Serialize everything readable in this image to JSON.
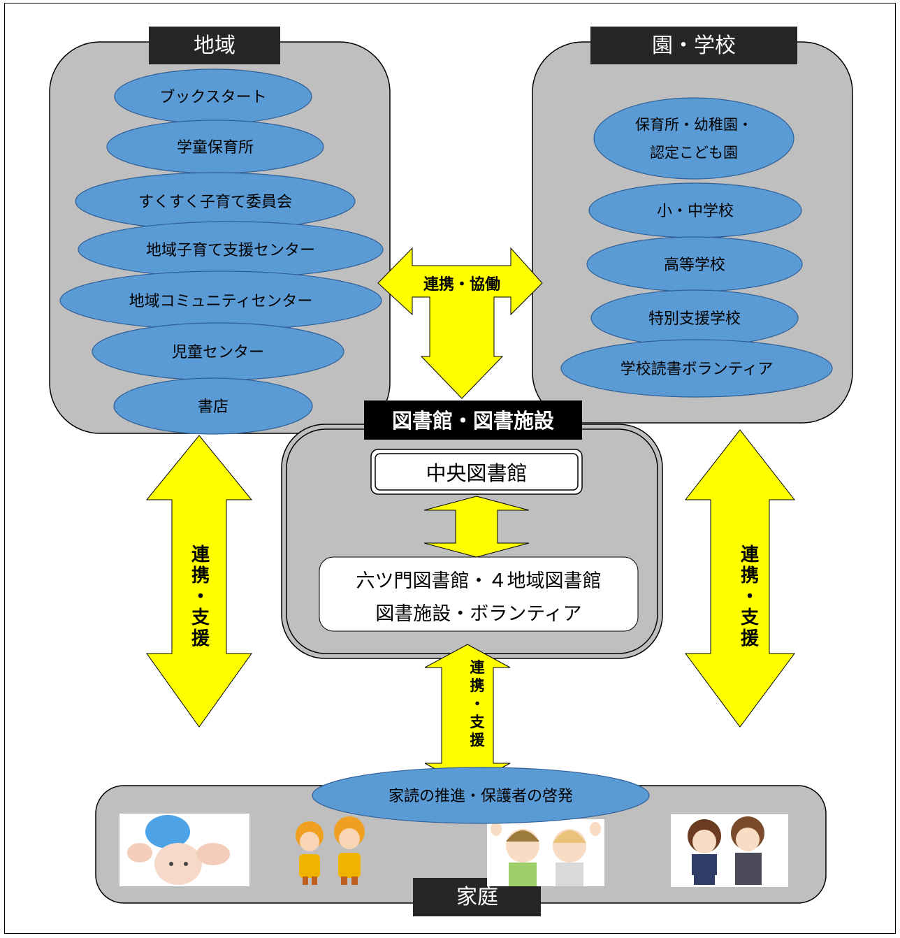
{
  "community": {
    "title": "地域",
    "items": [
      "ブックスタート",
      "学童保育所",
      "すくすく子育て委員会",
      "地域子育て支援センター",
      "地域コミュニティセンター",
      "児童センター",
      "書店"
    ]
  },
  "school": {
    "title": "園・学校",
    "items": [
      "保育所・幼稚園・",
      "認定こども園",
      "小・中学校",
      "高等学校",
      "特別支援学校",
      "学校読書ボランティア"
    ]
  },
  "library": {
    "title": "図書館・図書施設",
    "central": "中央図書館",
    "branch_line1": "六ツ門図書館・４地域図書館",
    "branch_line2": "図書施設・ボランティア"
  },
  "home": {
    "title": "家庭",
    "promotion": "家読の推進・保護者の啓発",
    "illustrations": [
      "baby-illustration",
      "schoolchildren-illustration",
      "children-waving-illustration",
      "students-illustration"
    ]
  },
  "arrows": {
    "top_center": "連携・協働",
    "left": [
      "連",
      "携",
      "・",
      "支",
      "援"
    ],
    "right": [
      "連",
      "携",
      "・",
      "支",
      "援"
    ],
    "center_bottom": [
      "連",
      "携",
      "・",
      "支",
      "援"
    ]
  },
  "colors": {
    "panel": "#bfbfbf",
    "ellipse": "#5b9bd5",
    "arrow": "#ffff00",
    "label_bg": "#262626"
  }
}
